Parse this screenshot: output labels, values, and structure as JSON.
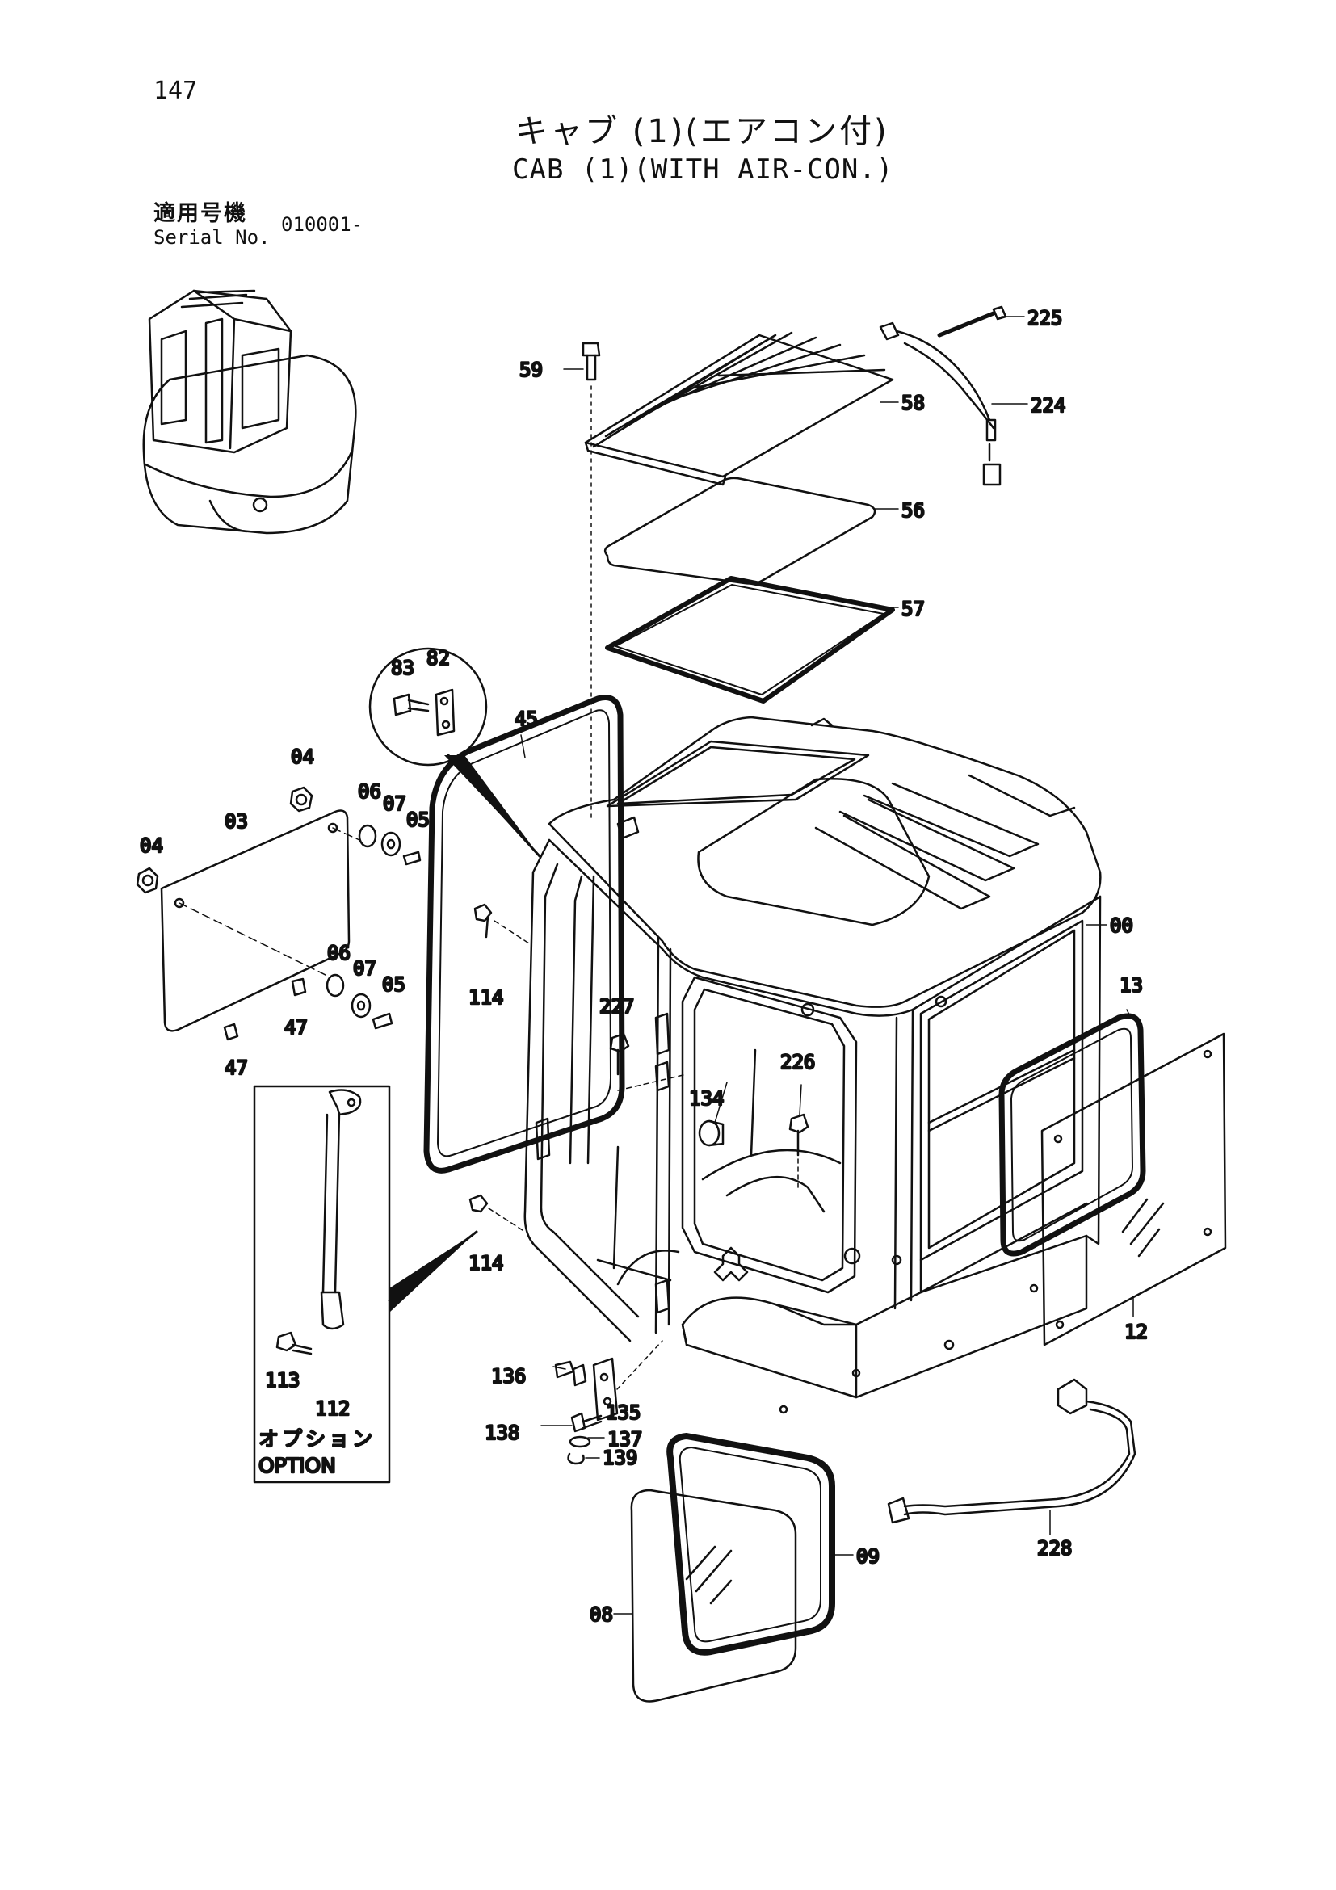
{
  "page_number": "147",
  "title_jp": "キャブ (1)(エアコン付)",
  "title_en": "CAB (1)(WITH AIR-CON.)",
  "serial_label_jp": "適用号機",
  "serial_label_en": "Serial No.",
  "serial_value": "010001-",
  "callouts": {
    "c225": "225",
    "c224": "224",
    "c59": "59",
    "c58": "58",
    "c56": "56",
    "c57": "57",
    "c83": "83",
    "c82": "82",
    "c45": "45",
    "c04a": "04",
    "c04b": "04",
    "c03": "03",
    "c06a": "06",
    "c07a": "07",
    "c05a": "05",
    "c06b": "06",
    "c07b": "07",
    "c05b": "05",
    "c47a": "47",
    "c47b": "47",
    "c114a": "114",
    "c114b": "114",
    "c00": "00",
    "c13": "13",
    "c12": "12",
    "c227": "227",
    "c226": "226",
    "c134": "134",
    "c113": "113",
    "c112": "112",
    "c136": "136",
    "c135": "135",
    "c138": "138",
    "c137": "137",
    "c139": "139",
    "c228": "228",
    "c09": "09",
    "c08": "08"
  },
  "option_jp": "オプション",
  "option_en": "OPTION"
}
